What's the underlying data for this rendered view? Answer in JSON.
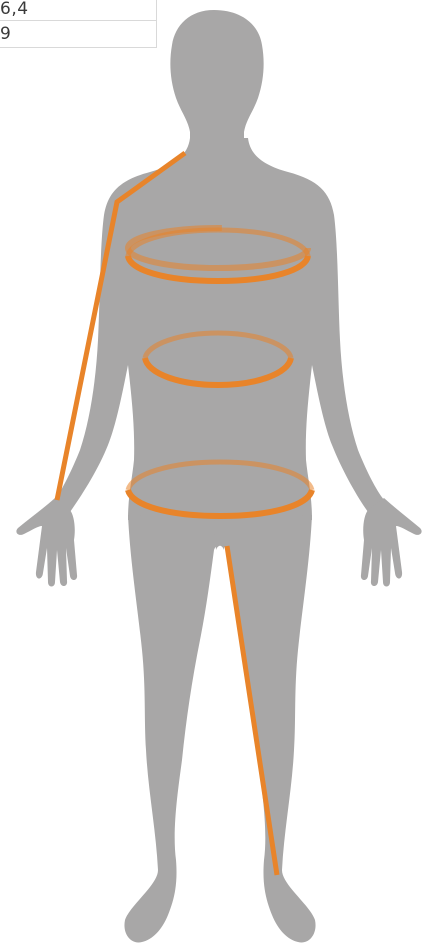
{
  "size_table": {
    "rows": [
      {
        "value": "6,4"
      },
      {
        "value": "9"
      }
    ]
  },
  "colors": {
    "silhouette": "#a8a7a7",
    "measure_line": "#e8842a",
    "table_border": "#d9d9d9",
    "table_text": "#3a3a3a"
  },
  "illustration": {
    "subject": "human-body-silhouette",
    "measurements": [
      "shoulder-to-wrist",
      "chest",
      "waist",
      "hips",
      "inseam"
    ]
  }
}
